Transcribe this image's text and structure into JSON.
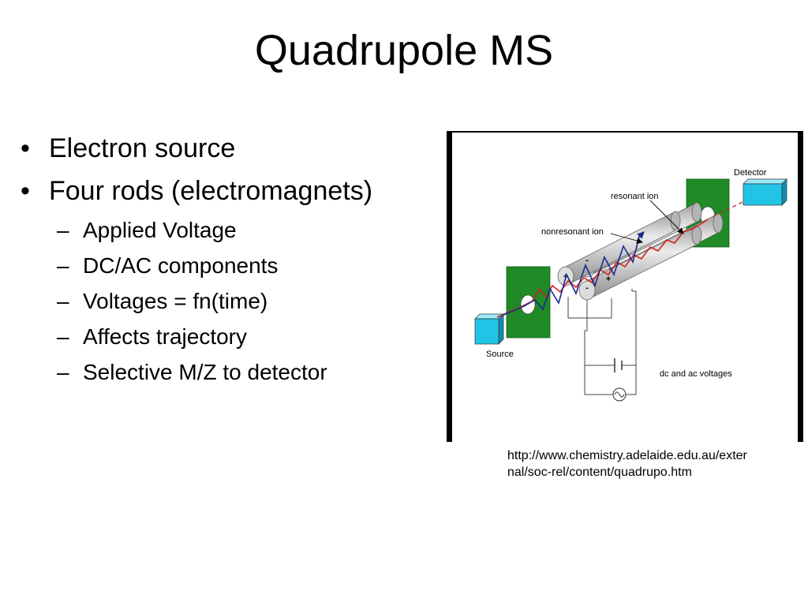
{
  "slide": {
    "title": "Quadrupole MS",
    "bullets": [
      {
        "text": "Electron source"
      },
      {
        "text": "Four rods (electromagnets)"
      }
    ],
    "sub_bullets": [
      {
        "text": "Applied Voltage"
      },
      {
        "text": "DC/AC components"
      },
      {
        "text": "Voltages = fn(time)"
      },
      {
        "text": "Affects trajectory"
      },
      {
        "text": "Selective M/Z to detector"
      }
    ],
    "bullet_glyph": "•",
    "sub_bullet_glyph": "–"
  },
  "diagram": {
    "labels": {
      "detector": "Detector",
      "resonant_ion": "resonant ion",
      "nonresonant_ion": "nonresonant ion",
      "source": "Source",
      "voltages": "dc and ac voltages"
    },
    "rod_signs": [
      "-",
      "+",
      "+",
      "-"
    ],
    "colors": {
      "plate_green": "#1f8a26",
      "box_cyan": "#22c4e6",
      "rod_gray": "#c9c9c9",
      "resonant_path": "#d42020",
      "nonresonant_path": "#1a2a8c"
    }
  },
  "citation": {
    "line1": "http://www.chemistry.adelaide.edu.au/exter",
    "line2": "nal/soc-rel/content/quadrupo.htm"
  }
}
